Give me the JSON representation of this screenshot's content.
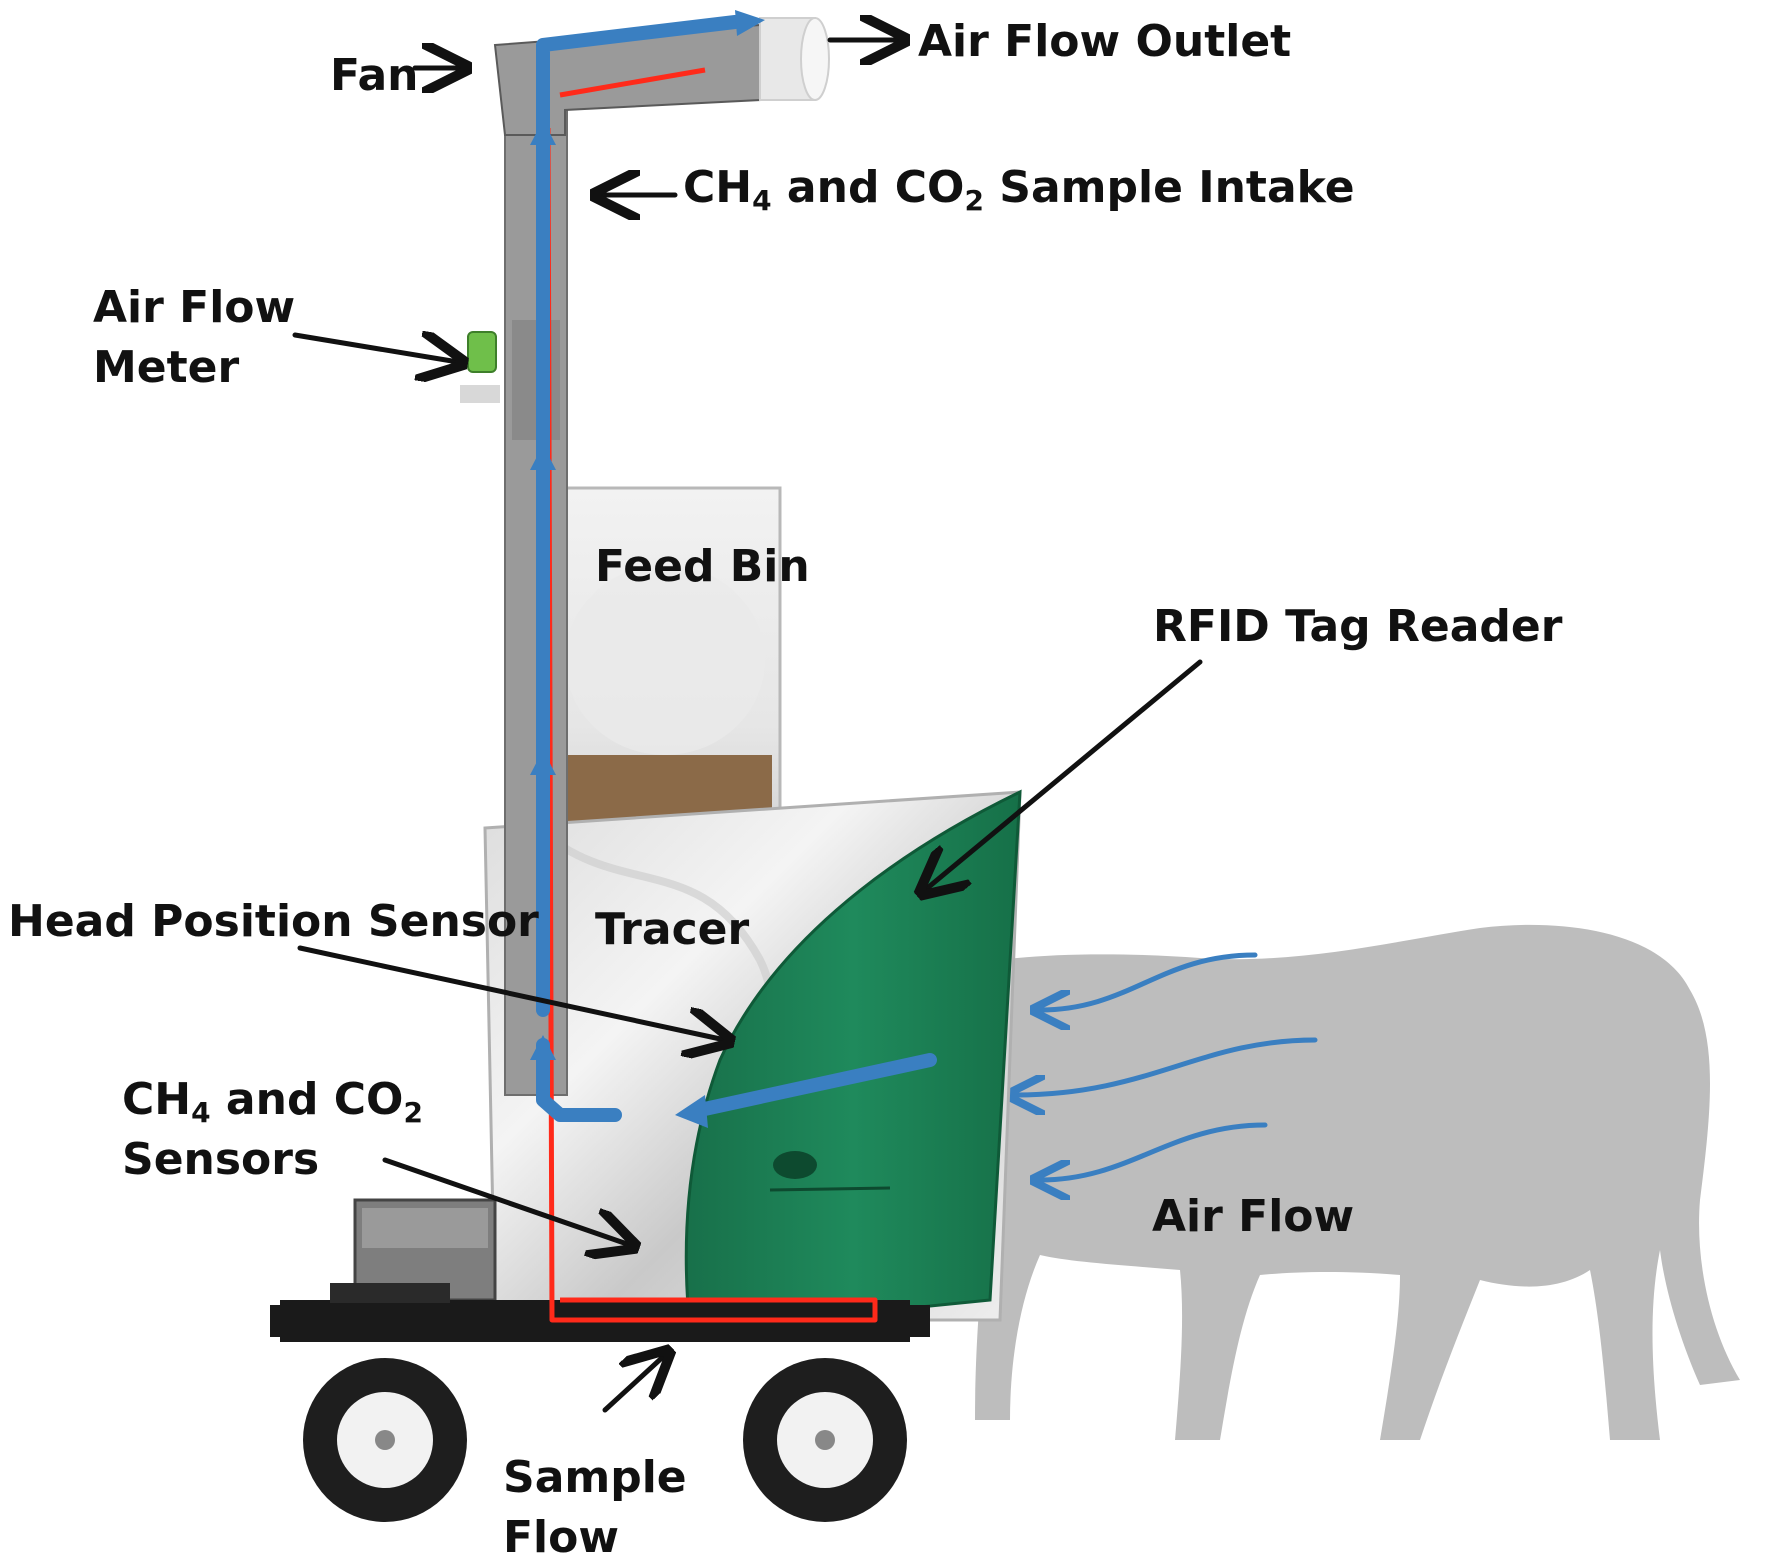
{
  "labels": {
    "fan": "Fan",
    "air_flow_outlet": "Air Flow Outlet",
    "sample_intake": {
      "a": "CH",
      "a_sub": "4",
      "b": " and CO",
      "b_sub": "2",
      "c": " Sample Intake"
    },
    "air_flow_meter": {
      "line1": "Air Flow",
      "line2": "Meter"
    },
    "feed_bin": "Feed Bin",
    "rfid_tag_reader": "RFID Tag Reader",
    "head_position_sensor": "Head Position Sensor",
    "tracer": "Tracer",
    "sensors": {
      "a": "CH",
      "a_sub": "4",
      "b": " and CO",
      "b_sub": "2",
      "line2": "Sensors"
    },
    "air_flow": "Air Flow",
    "sample_flow": {
      "line1": "Sample",
      "line2": "Flow"
    }
  },
  "colors": {
    "air_flow_path": "#3a7fc1",
    "sample_flow_path": "#ff2a1a",
    "rfid_reader_body": "#1f8a5c",
    "animal_silhouette": "#bdbdbd",
    "frame": "#1a1a1a"
  }
}
